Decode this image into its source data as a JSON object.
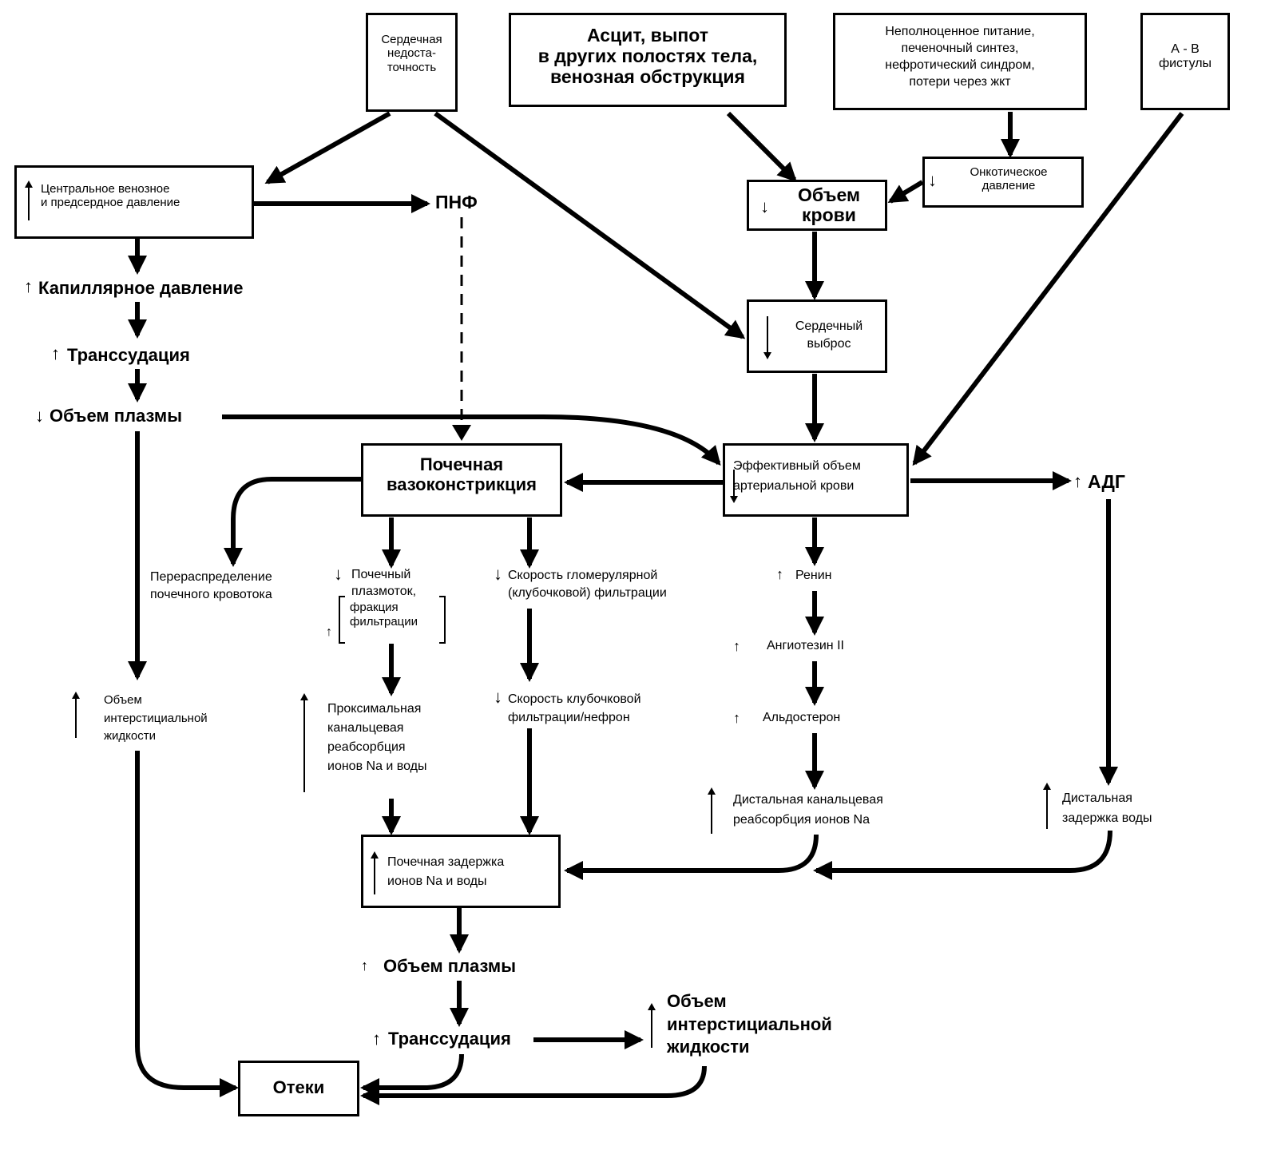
{
  "nodes": {
    "heart_failure": "Сердечная\nнедоста-\nточность",
    "ascites": "Асцит, выпот\nв других полостях тела,\nвенозная обструкция",
    "malnutrition": "Неполноценное питание,\nпеченочный синтез,\nнефротический синдром,\nпотери через жкт",
    "av_fistula": "А - В\nфистулы",
    "central_venous": "Центральное венозное\nи предсердное давление",
    "pnf": "ПНФ",
    "oncotic": "Онкотическое\nдавление",
    "blood_volume": "Объем\nкрови",
    "capillary": "Капиллярное давление",
    "transudation_top": "Транссудация",
    "cardiac_output": "Сердечный\nвыброс",
    "plasma_volume_down": "Объем   плазмы",
    "renal_vaso": "Почечная\nвазоконстрикция",
    "effective_volume": "Эффективный объем\nартериальной крови",
    "adh": "АДГ",
    "redistribution": "Перераспределение\nпочечного кровотока",
    "renal_plasma": "Почечный\nплазмоток,",
    "filtration_fraction": "фракция\nфильтрации",
    "gfr": "Скорость гломерулярной\n(клубочковой) фильтрации",
    "renin": "Ренин",
    "angiotensin": "Ангиотезин II",
    "aldosterone": "Альдостерон",
    "interstitial_left": "Объем\nинтерстициальной\nжидкости",
    "proximal": "Проксимальная\nканальцевая\nреабсорбция\nионов Na и воды",
    "gfr_nephron": "Скорость  клубочковой\nфильтрации/нефрон",
    "distal_na": "Дистальная канальцевая\nреабсорбция ионов Na",
    "distal_water": "Дистальная\nзадержка воды",
    "renal_retention": "Почечная задержка\nионов Na и воды",
    "plasma_volume_up": "Объем   плазмы",
    "transudation_bottom": "Транссудация",
    "interstitial_bottom": "Объем\nинтерстициальной\nжидкости",
    "edema": "Отеки"
  },
  "colors": {
    "ink": "#000000",
    "paper": "#ffffff"
  },
  "icons": {
    "up": "↑",
    "down": "↓"
  }
}
